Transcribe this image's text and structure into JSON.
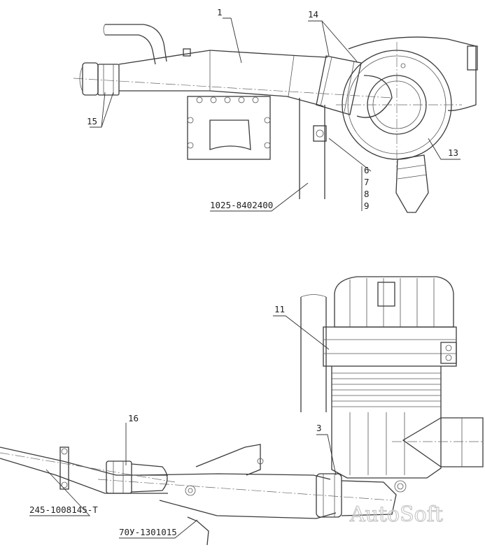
{
  "callouts": {
    "c1": "1",
    "c14": "14",
    "c15": "15",
    "c13": "13",
    "c6": "6",
    "c7": "7",
    "c8": "8",
    "c9": "9",
    "c11": "11",
    "c3": "3",
    "c16": "16"
  },
  "part_numbers": {
    "bracket_top": "1025-8402400",
    "pipe_left": "245-1008145-Т",
    "pipe_bottom": "70У-1301015"
  },
  "watermark": "AutoSoft"
}
